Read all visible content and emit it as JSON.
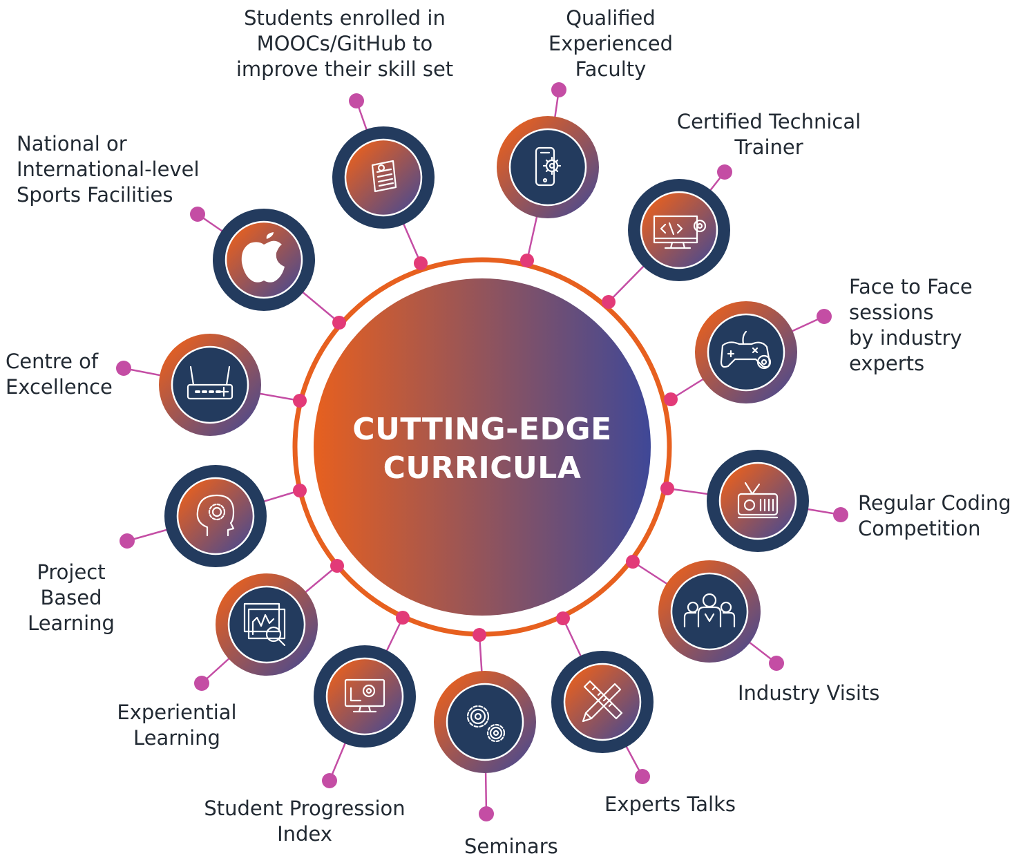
{
  "center": {
    "title_line1": "CUTTING-EDGE",
    "title_line2": "CURRICULA"
  },
  "colors": {
    "ring": "#E7601F",
    "gradient_start": "#E7601F",
    "gradient_end": "#3F4897",
    "navy": "#233B5E",
    "connector": "#C44DA4",
    "junction": "#E23A78",
    "text": "#222A33"
  },
  "items": [
    {
      "label": "Students enrolled in\nMOOCs/GitHub to\nimprove their skill set",
      "icon": "certificate-icon"
    },
    {
      "label": "Qualified\nExperienced\nFaculty",
      "icon": "mobile-settings-icon"
    },
    {
      "label": "Certified Technical\nTrainer",
      "icon": "code-monitor-icon"
    },
    {
      "label": "Face to Face\nsessions\nby industry\nexperts",
      "icon": "gamepad-gear-icon"
    },
    {
      "label": "Regular Coding\nCompetition",
      "icon": "radio-icon"
    },
    {
      "label": "Industry Visits",
      "icon": "team-icon"
    },
    {
      "label": "Experts Talks",
      "icon": "pencil-ruler-icon"
    },
    {
      "label": "Seminars",
      "icon": "gears-icon"
    },
    {
      "label": "Student Progression\nIndex",
      "icon": "monitor-gear-icon"
    },
    {
      "label": "Experiential\nLearning",
      "icon": "analytics-screens-icon"
    },
    {
      "label": "Project Based\nLearning",
      "icon": "head-gear-icon"
    },
    {
      "label": "Centre of\nExcellence",
      "icon": "router-icon"
    },
    {
      "label": "National or\nInternational-level\nSports Facilities",
      "icon": "apple-icon"
    }
  ]
}
